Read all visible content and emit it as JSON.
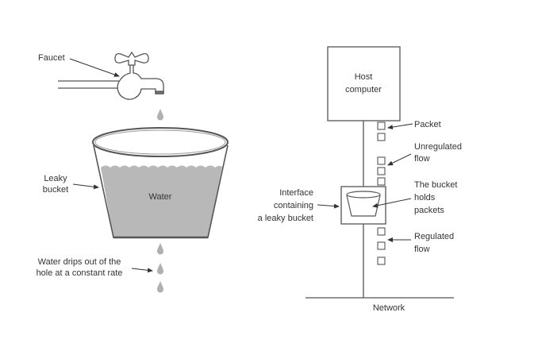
{
  "left": {
    "faucet_label": "Faucet",
    "bucket_label": [
      "Leaky",
      "bucket"
    ],
    "water_label": "Water",
    "drip_label": [
      "Water drips out of the",
      "hole at a constant rate"
    ]
  },
  "right": {
    "host_label": [
      "Host",
      "computer"
    ],
    "packet_label": "Packet",
    "unregulated_label": [
      "Unregulated",
      "flow"
    ],
    "holds_label": [
      "The bucket",
      "holds",
      "packets"
    ],
    "regulated_label": [
      "Regulated",
      "flow"
    ],
    "interface_label": [
      "Interface",
      "containing",
      "a leaky bucket"
    ],
    "network_label": "Network"
  },
  "colors": {
    "line": "#555555",
    "water": "#b8b8b8",
    "drop": "#b0b0b0"
  }
}
